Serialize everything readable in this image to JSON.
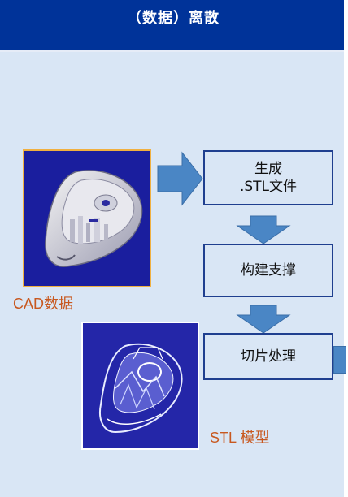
{
  "header": {
    "title": "（数据）离散"
  },
  "images": {
    "cad": {
      "caption": "CAD数据"
    },
    "stl": {
      "caption": "STL 模型"
    }
  },
  "steps": [
    {
      "line1": "生成",
      "line2": ".STL文件"
    },
    {
      "line1": "构建支撑"
    },
    {
      "line1": "切片处理"
    }
  ],
  "colors": {
    "header_bg": "#003399",
    "panel_bg": "#d9e6f5",
    "arrow_fill": "#4a86c5",
    "caption": "#c8581f",
    "box_border": "#1f3f8f"
  }
}
